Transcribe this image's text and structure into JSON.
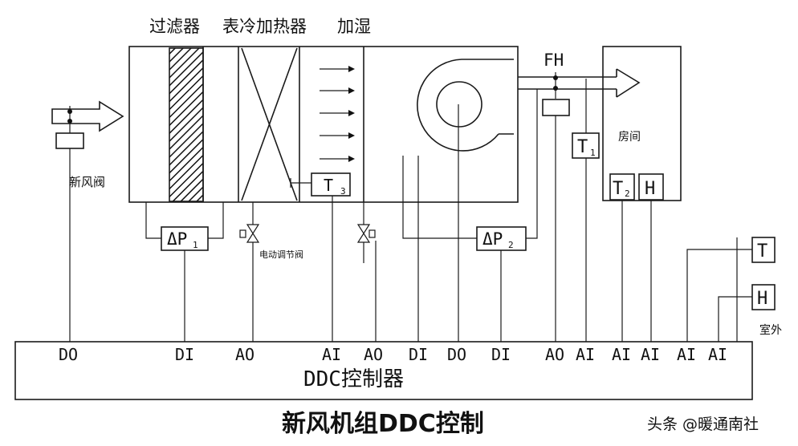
{
  "diagram": {
    "header_labels": [
      "过滤器",
      "表冷加热器",
      "加湿"
    ],
    "fresh_air_damper": "新风阀",
    "room": "房间",
    "valve_label": "电动调节阀",
    "fan_label": "FH",
    "sensors": {
      "dp1": "ΔP",
      "dp1_sub": "1",
      "dp2": "ΔP",
      "dp2_sub": "2",
      "t1": "T",
      "t1_sub": "1",
      "t2": "T",
      "t2_sub": "2",
      "t3": "T",
      "t3_sub": "3",
      "h_room": "H",
      "t_out": "T",
      "h_out": "H"
    },
    "outdoor": "室外",
    "ddc": {
      "io": [
        "DO",
        "DI",
        "AO",
        "AI",
        "AO",
        "DI",
        "DO",
        "DI",
        "AO",
        "AI",
        "AI",
        "AI",
        "AI",
        "AI"
      ],
      "title": "DDC控制器"
    },
    "caption": "新风机组DDC控制",
    "watermark": "头条 @暖通南社"
  }
}
